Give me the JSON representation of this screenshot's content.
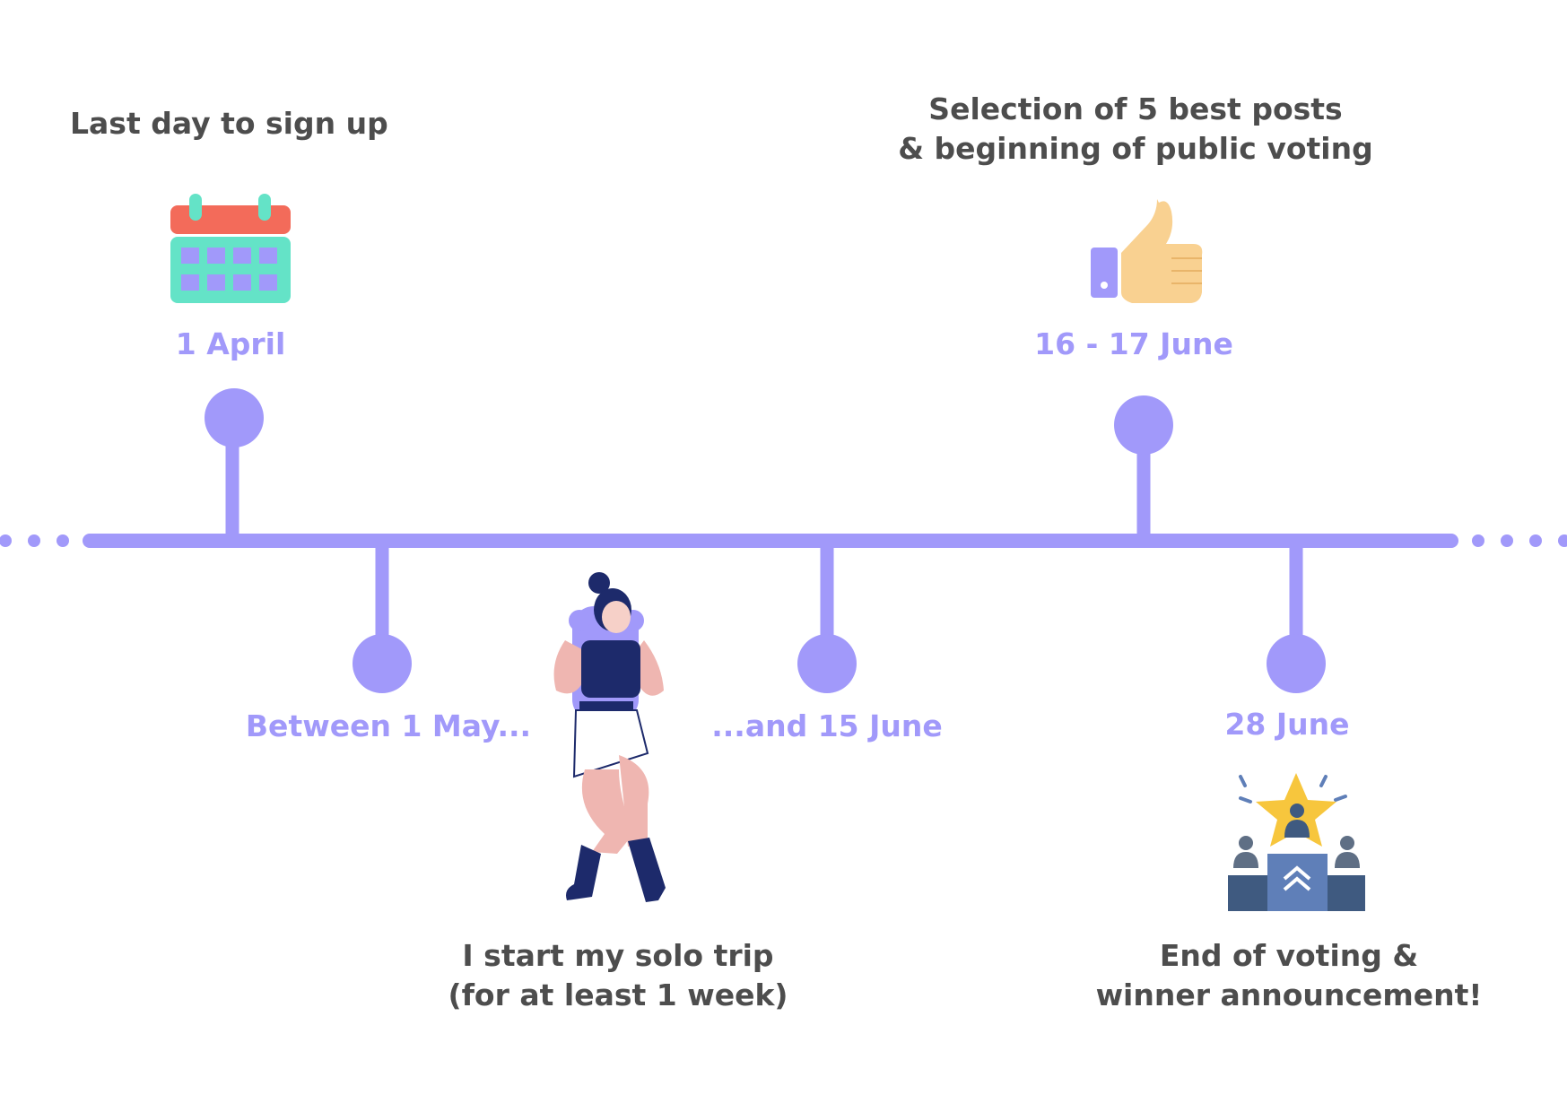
{
  "colors": {
    "accent": "#a199fa",
    "text_dark": "#4d4d4d",
    "calendar_top": "#f36b5a",
    "calendar_body": "#64e3c7",
    "calendar_cells": "#a199fa",
    "thumb": "#f9d191",
    "podium_dark": "#3f5a80",
    "podium_mid": "#5f7fb8",
    "star": "#f7c63d",
    "traveller_navy": "#1d2a6b",
    "traveller_skin": "#efb6b1"
  },
  "events": [
    {
      "id": "signup",
      "title_lines": [
        "Last day to sign up"
      ],
      "date": "1 April",
      "icon": "calendar-icon"
    },
    {
      "id": "trip-start",
      "date": "Between 1 May...",
      "caption_lines": [
        "I start my solo trip",
        "(for at least 1 week)"
      ],
      "icon": "backpacker-illustration"
    },
    {
      "id": "trip-end",
      "date": "...and 15 June"
    },
    {
      "id": "voting-start",
      "title_lines": [
        "Selection of 5 best posts",
        "& beginning of public voting"
      ],
      "date": "16 - 17 June",
      "icon": "thumbs-up-icon"
    },
    {
      "id": "winner",
      "date": "28 June",
      "caption_lines": [
        "End of voting &",
        "winner announcement!"
      ],
      "icon": "podium-icon"
    }
  ]
}
